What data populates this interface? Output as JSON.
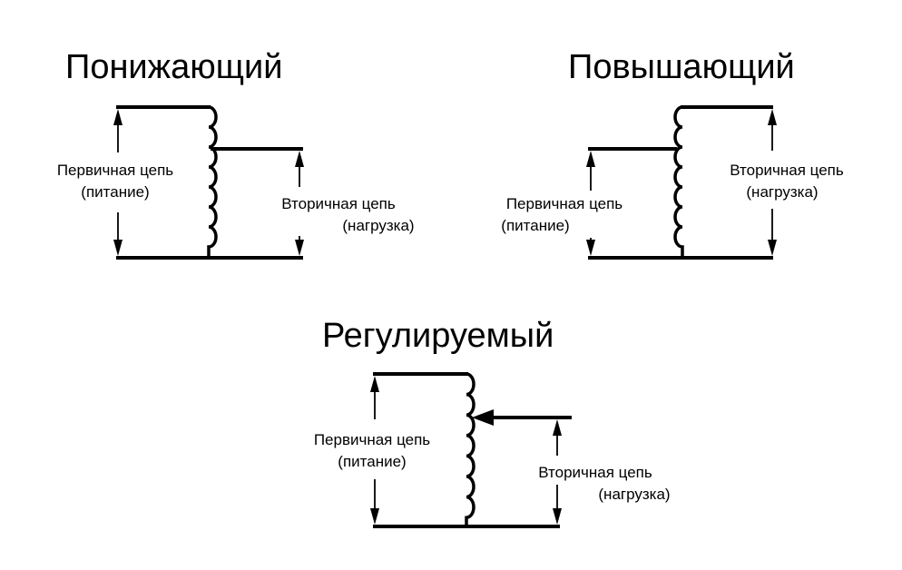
{
  "diagrams": {
    "step_down": {
      "title": "Понижающий",
      "primary_label_line1": "Первичная цепь",
      "primary_label_line2": "(питание)",
      "secondary_label_line1": "Вторичная цепь",
      "secondary_label_line2": "(нагрузка)"
    },
    "step_up": {
      "title": "Повышающий",
      "primary_label_line1": "Первичная цепь",
      "primary_label_line2": "(питание)",
      "secondary_label_line1": "Вторичная цепь",
      "secondary_label_line2": "(нагрузка)"
    },
    "adjustable": {
      "title": "Регулируемый",
      "primary_label_line1": "Первичная цепь",
      "primary_label_line2": "(питание)",
      "secondary_label_line1": "Вторичная цепь",
      "secondary_label_line2": "(нагрузка)"
    }
  },
  "colors": {
    "ink": "#000000",
    "background": "#ffffff"
  }
}
